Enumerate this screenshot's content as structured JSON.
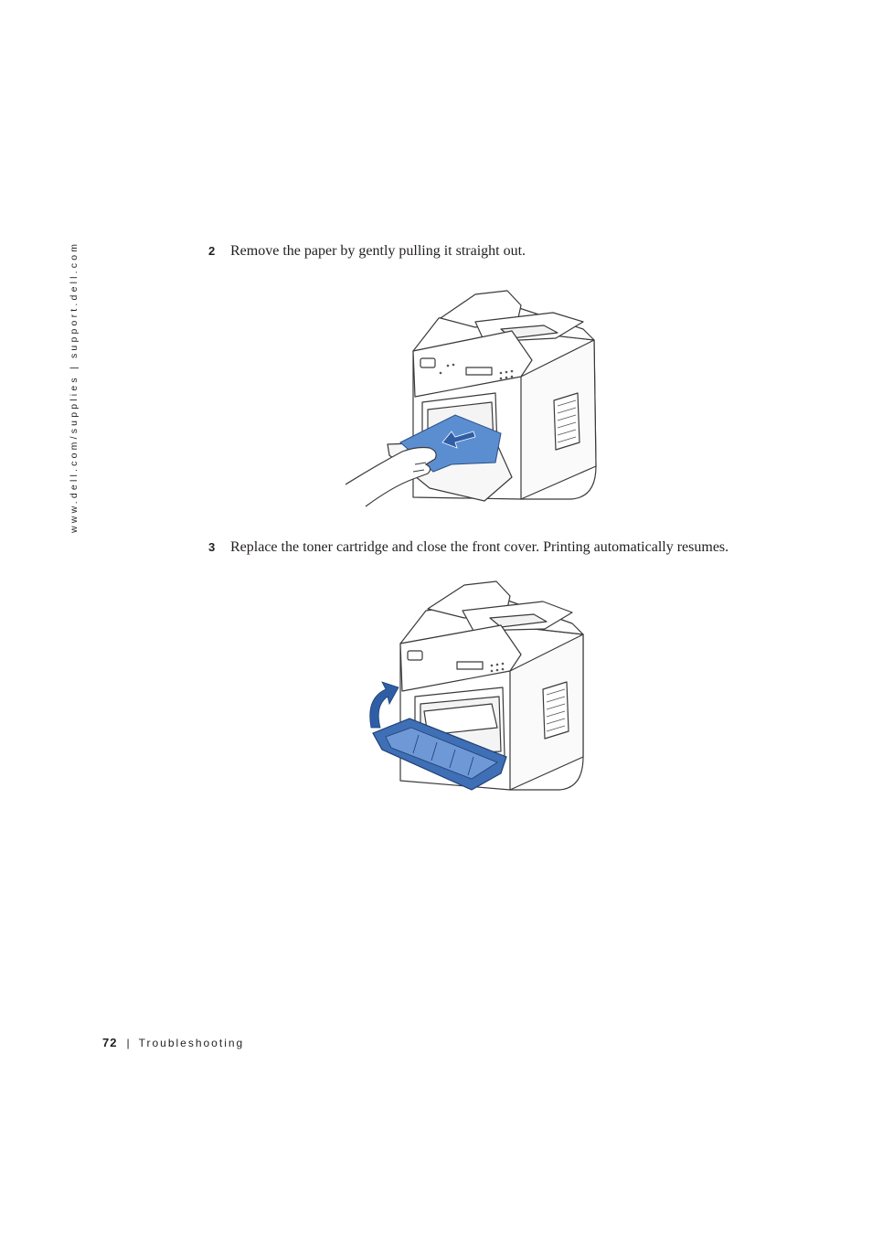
{
  "sidebar": {
    "url_text": "www.dell.com/supplies | support.dell.com"
  },
  "steps": [
    {
      "number": "2",
      "text": "Remove the paper by gently pulling it straight out."
    },
    {
      "number": "3",
      "text": "Replace the toner cartridge and close the front cover. Printing automatically resumes."
    }
  ],
  "figures": [
    {
      "icon": "printer-paper-jam-removal-illustration",
      "accent_color": "#5b8ed1"
    },
    {
      "icon": "printer-front-cover-close-illustration",
      "accent_color": "#3f6fb5"
    }
  ],
  "footer": {
    "page_number": "72",
    "separator": "|",
    "section": "Troubleshooting"
  }
}
